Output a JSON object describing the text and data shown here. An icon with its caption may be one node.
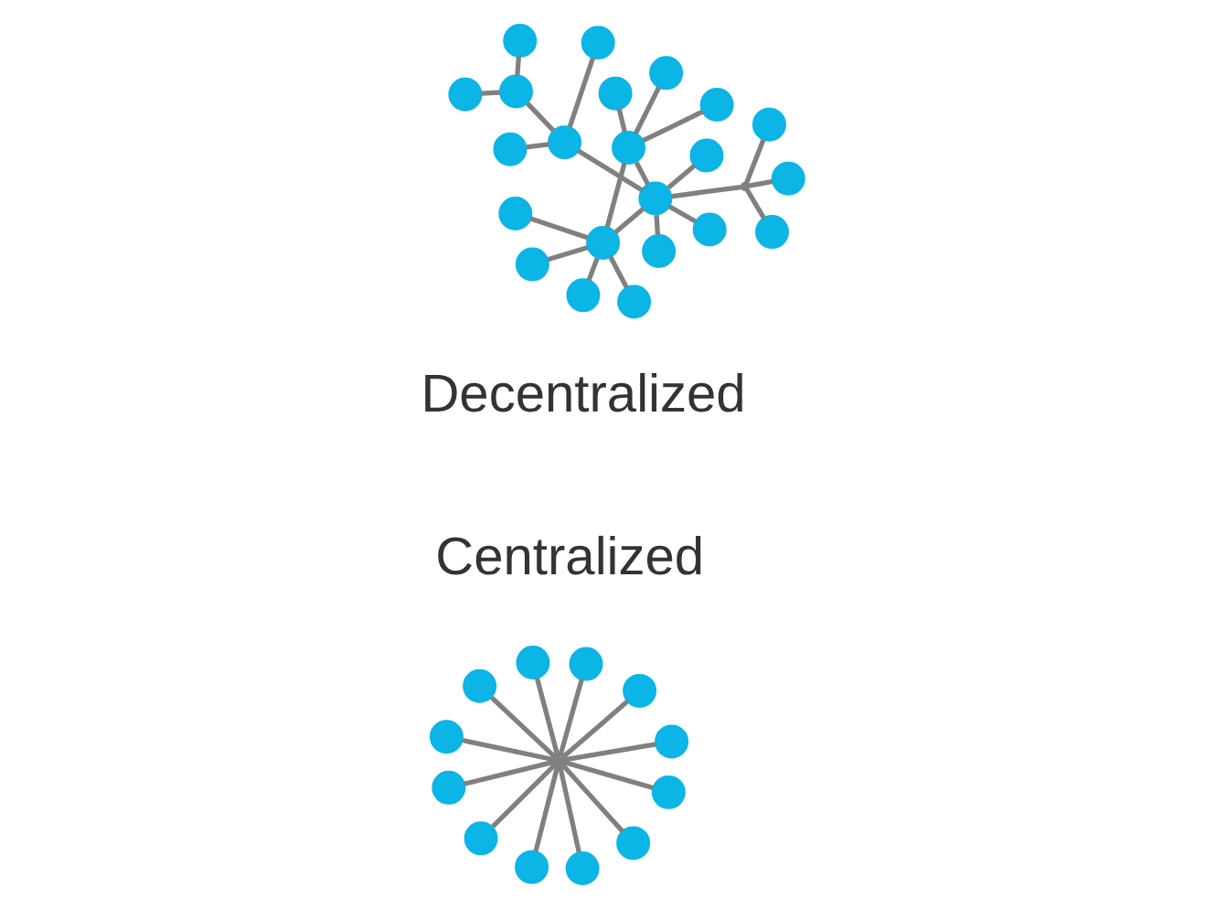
{
  "diagram": {
    "nodes": [
      {
        "text": [],
        "shape": "point"
      },
      {
        "text": [],
        "shape": "circle"
      },
      {
        "text": [],
        "shape": "circle"
      },
      {
        "text": [],
        "shape": "circle"
      },
      {
        "text": [],
        "shape": "circle"
      },
      {
        "text": [],
        "shape": "circle"
      },
      {
        "text": [],
        "shape": "circle"
      },
      {
        "text": [],
        "shape": "circle"
      },
      {
        "text": [],
        "shape": "circle"
      },
      {
        "text": [],
        "shape": "circle"
      },
      {
        "text": [],
        "shape": "circle"
      },
      {
        "text": [],
        "shape": "circle"
      },
      {
        "text": [],
        "shape": "circle"
      },
      {
        "text": [],
        "shape": "circle"
      },
      {
        "text": [],
        "shape": "circle"
      },
      {
        "text": [],
        "shape": "circle"
      },
      {
        "text": [],
        "shape": "point"
      },
      {
        "text": [],
        "shape": "circle"
      },
      {
        "text": [],
        "shape": "circle"
      },
      {
        "text": [],
        "shape": "circle"
      },
      {
        "text": [],
        "shape": "circle"
      },
      {
        "text": [],
        "shape": "circle"
      },
      {
        "text": [],
        "shape": "circle"
      },
      {
        "text": [],
        "shape": "circle"
      },
      {
        "text": [],
        "shape": "circle"
      },
      {
        "text": [],
        "shape": "circle"
      },
      {
        "text": [],
        "shape": "circle"
      },
      {
        "text": [],
        "shape": "circle"
      },
      {
        "text": [],
        "shape": "circle"
      },
      {
        "text": [],
        "shape": "circle"
      },
      {
        "text": [],
        "shape": "circle"
      },
      {
        "text": [],
        "shape": "circle"
      },
      {
        "text": [],
        "shape": "circle"
      },
      {
        "text": [],
        "shape": "circle"
      },
      {
        "text": [],
        "shape": "circle"
      },
      {
        "text": [],
        "shape": "circle"
      }
    ],
    "edges": [
      {
        "from": 0,
        "to": 1,
        "arrow": "none"
      },
      {
        "from": 0,
        "to": 2,
        "arrow": "none"
      },
      {
        "from": 0,
        "to": 3,
        "arrow": "none"
      },
      {
        "from": 0,
        "to": 4,
        "arrow": "none"
      },
      {
        "from": 0,
        "to": 5,
        "arrow": "none"
      },
      {
        "from": 0,
        "to": 6,
        "arrow": "none"
      },
      {
        "from": 0,
        "to": 7,
        "arrow": "none"
      },
      {
        "from": 0,
        "to": 8,
        "arrow": "none"
      },
      {
        "from": 0,
        "to": 9,
        "arrow": "none"
      },
      {
        "from": 0,
        "to": 10,
        "arrow": "none"
      },
      {
        "from": 0,
        "to": 11,
        "arrow": "none"
      },
      {
        "from": 0,
        "to": 12,
        "arrow": "none"
      },
      {
        "from": 13,
        "to": 14,
        "arrow": "none"
      },
      {
        "from": 13,
        "to": 15,
        "arrow": "none"
      },
      {
        "from": 14,
        "to": 15,
        "arrow": "none"
      },
      {
        "from": 15,
        "to": 16,
        "arrow": "none"
      },
      {
        "from": 15,
        "to": 17,
        "arrow": "none"
      },
      {
        "from": 17,
        "to": 18,
        "arrow": "none"
      },
      {
        "from": 13,
        "to": 19,
        "arrow": "none"
      },
      {
        "from": 13,
        "to": 20,
        "arrow": "none"
      },
      {
        "from": 13,
        "to": 21,
        "arrow": "none"
      },
      {
        "from": 13,
        "to": 22,
        "arrow": "none"
      },
      {
        "from": 14,
        "to": 23,
        "arrow": "none"
      },
      {
        "from": 14,
        "to": 24,
        "arrow": "none"
      },
      {
        "from": 14,
        "to": 25,
        "arrow": "none"
      },
      {
        "from": 15,
        "to": 26,
        "arrow": "none"
      },
      {
        "from": 15,
        "to": 27,
        "arrow": "none"
      },
      {
        "from": 15,
        "to": 28,
        "arrow": "none"
      },
      {
        "from": 16,
        "to": 29,
        "arrow": "none"
      },
      {
        "from": 16,
        "to": 30,
        "arrow": "none"
      },
      {
        "from": 16,
        "to": 31,
        "arrow": "none"
      },
      {
        "from": 17,
        "to": 32,
        "arrow": "none"
      },
      {
        "from": 17,
        "to": 33,
        "arrow": "none"
      },
      {
        "from": 18,
        "to": 34,
        "arrow": "none"
      },
      {
        "from": 18,
        "to": 35,
        "arrow": "none"
      }
    ],
    "labels": [
      "Centralized",
      "Decentralized"
    ]
  }
}
